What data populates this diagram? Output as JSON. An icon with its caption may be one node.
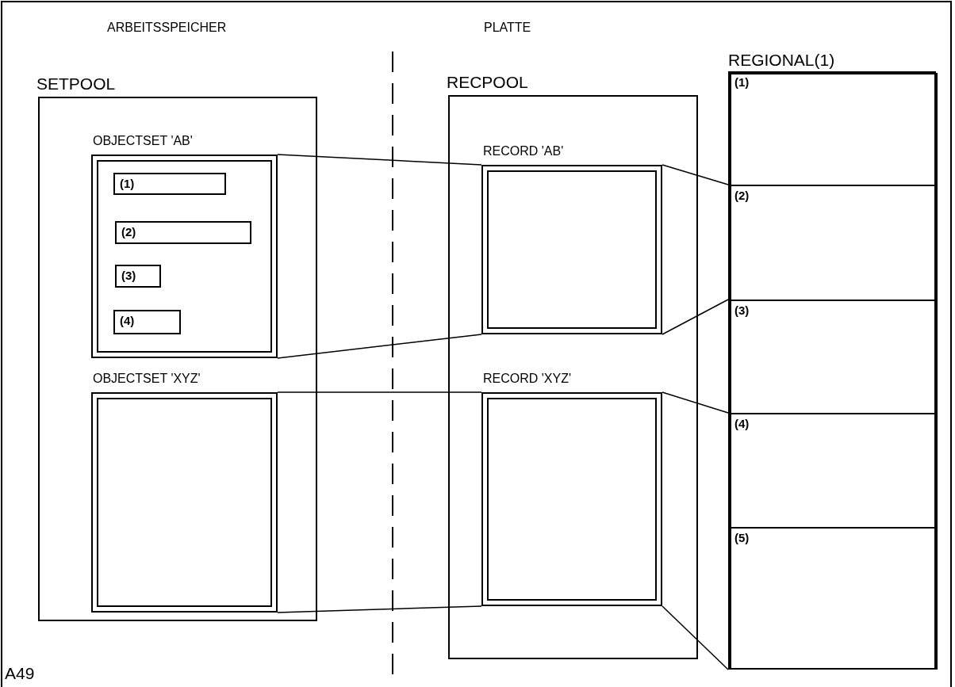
{
  "diagram": {
    "nodes": [
      {
        "text": [
          "SETPOOL"
        ]
      },
      {
        "text": [
          "OBJECTSET 'AB'"
        ],
        "in": 0
      },
      {
        "text": [
          "(1)"
        ],
        "in": 1
      },
      {
        "text": [
          "(2)"
        ],
        "in": 1
      },
      {
        "text": [
          "(3)"
        ],
        "in": 1
      },
      {
        "text": [
          "(4)"
        ],
        "in": 1
      },
      {
        "text": [
          "OBJECTSET 'XYZ'"
        ],
        "in": 0
      },
      {
        "text": [
          "RECPOOL"
        ]
      },
      {
        "text": [
          "RECORD 'AB'"
        ],
        "in": 7
      },
      {
        "text": [
          "RECORD 'XYZ'"
        ],
        "in": 7
      },
      {
        "text": [
          "REGIONAL(1)"
        ]
      },
      {
        "text": [
          "(1)"
        ],
        "in": 10
      },
      {
        "text": [
          "(2)"
        ],
        "in": 10
      },
      {
        "text": [
          "(3)"
        ],
        "in": 10
      },
      {
        "text": [
          "(4)"
        ],
        "in": 10
      },
      {
        "text": [
          "(5)"
        ],
        "in": 10
      }
    ],
    "edges": [
      {
        "from": 1,
        "to": 8,
        "arrow": "none"
      },
      {
        "from": 1,
        "to": 8,
        "arrow": "none"
      },
      {
        "from": 6,
        "to": 9,
        "arrow": "none"
      },
      {
        "from": 6,
        "to": 9,
        "arrow": "none"
      },
      {
        "from": 8,
        "to": 12,
        "arrow": "none"
      },
      {
        "from": 8,
        "to": 13,
        "arrow": "none"
      },
      {
        "from": 9,
        "to": 14,
        "arrow": "none"
      },
      {
        "from": 9,
        "to": 15,
        "arrow": "none"
      }
    ],
    "labels": [
      "ARBEITSSPEICHER",
      "PLATTE",
      "A49"
    ]
  }
}
